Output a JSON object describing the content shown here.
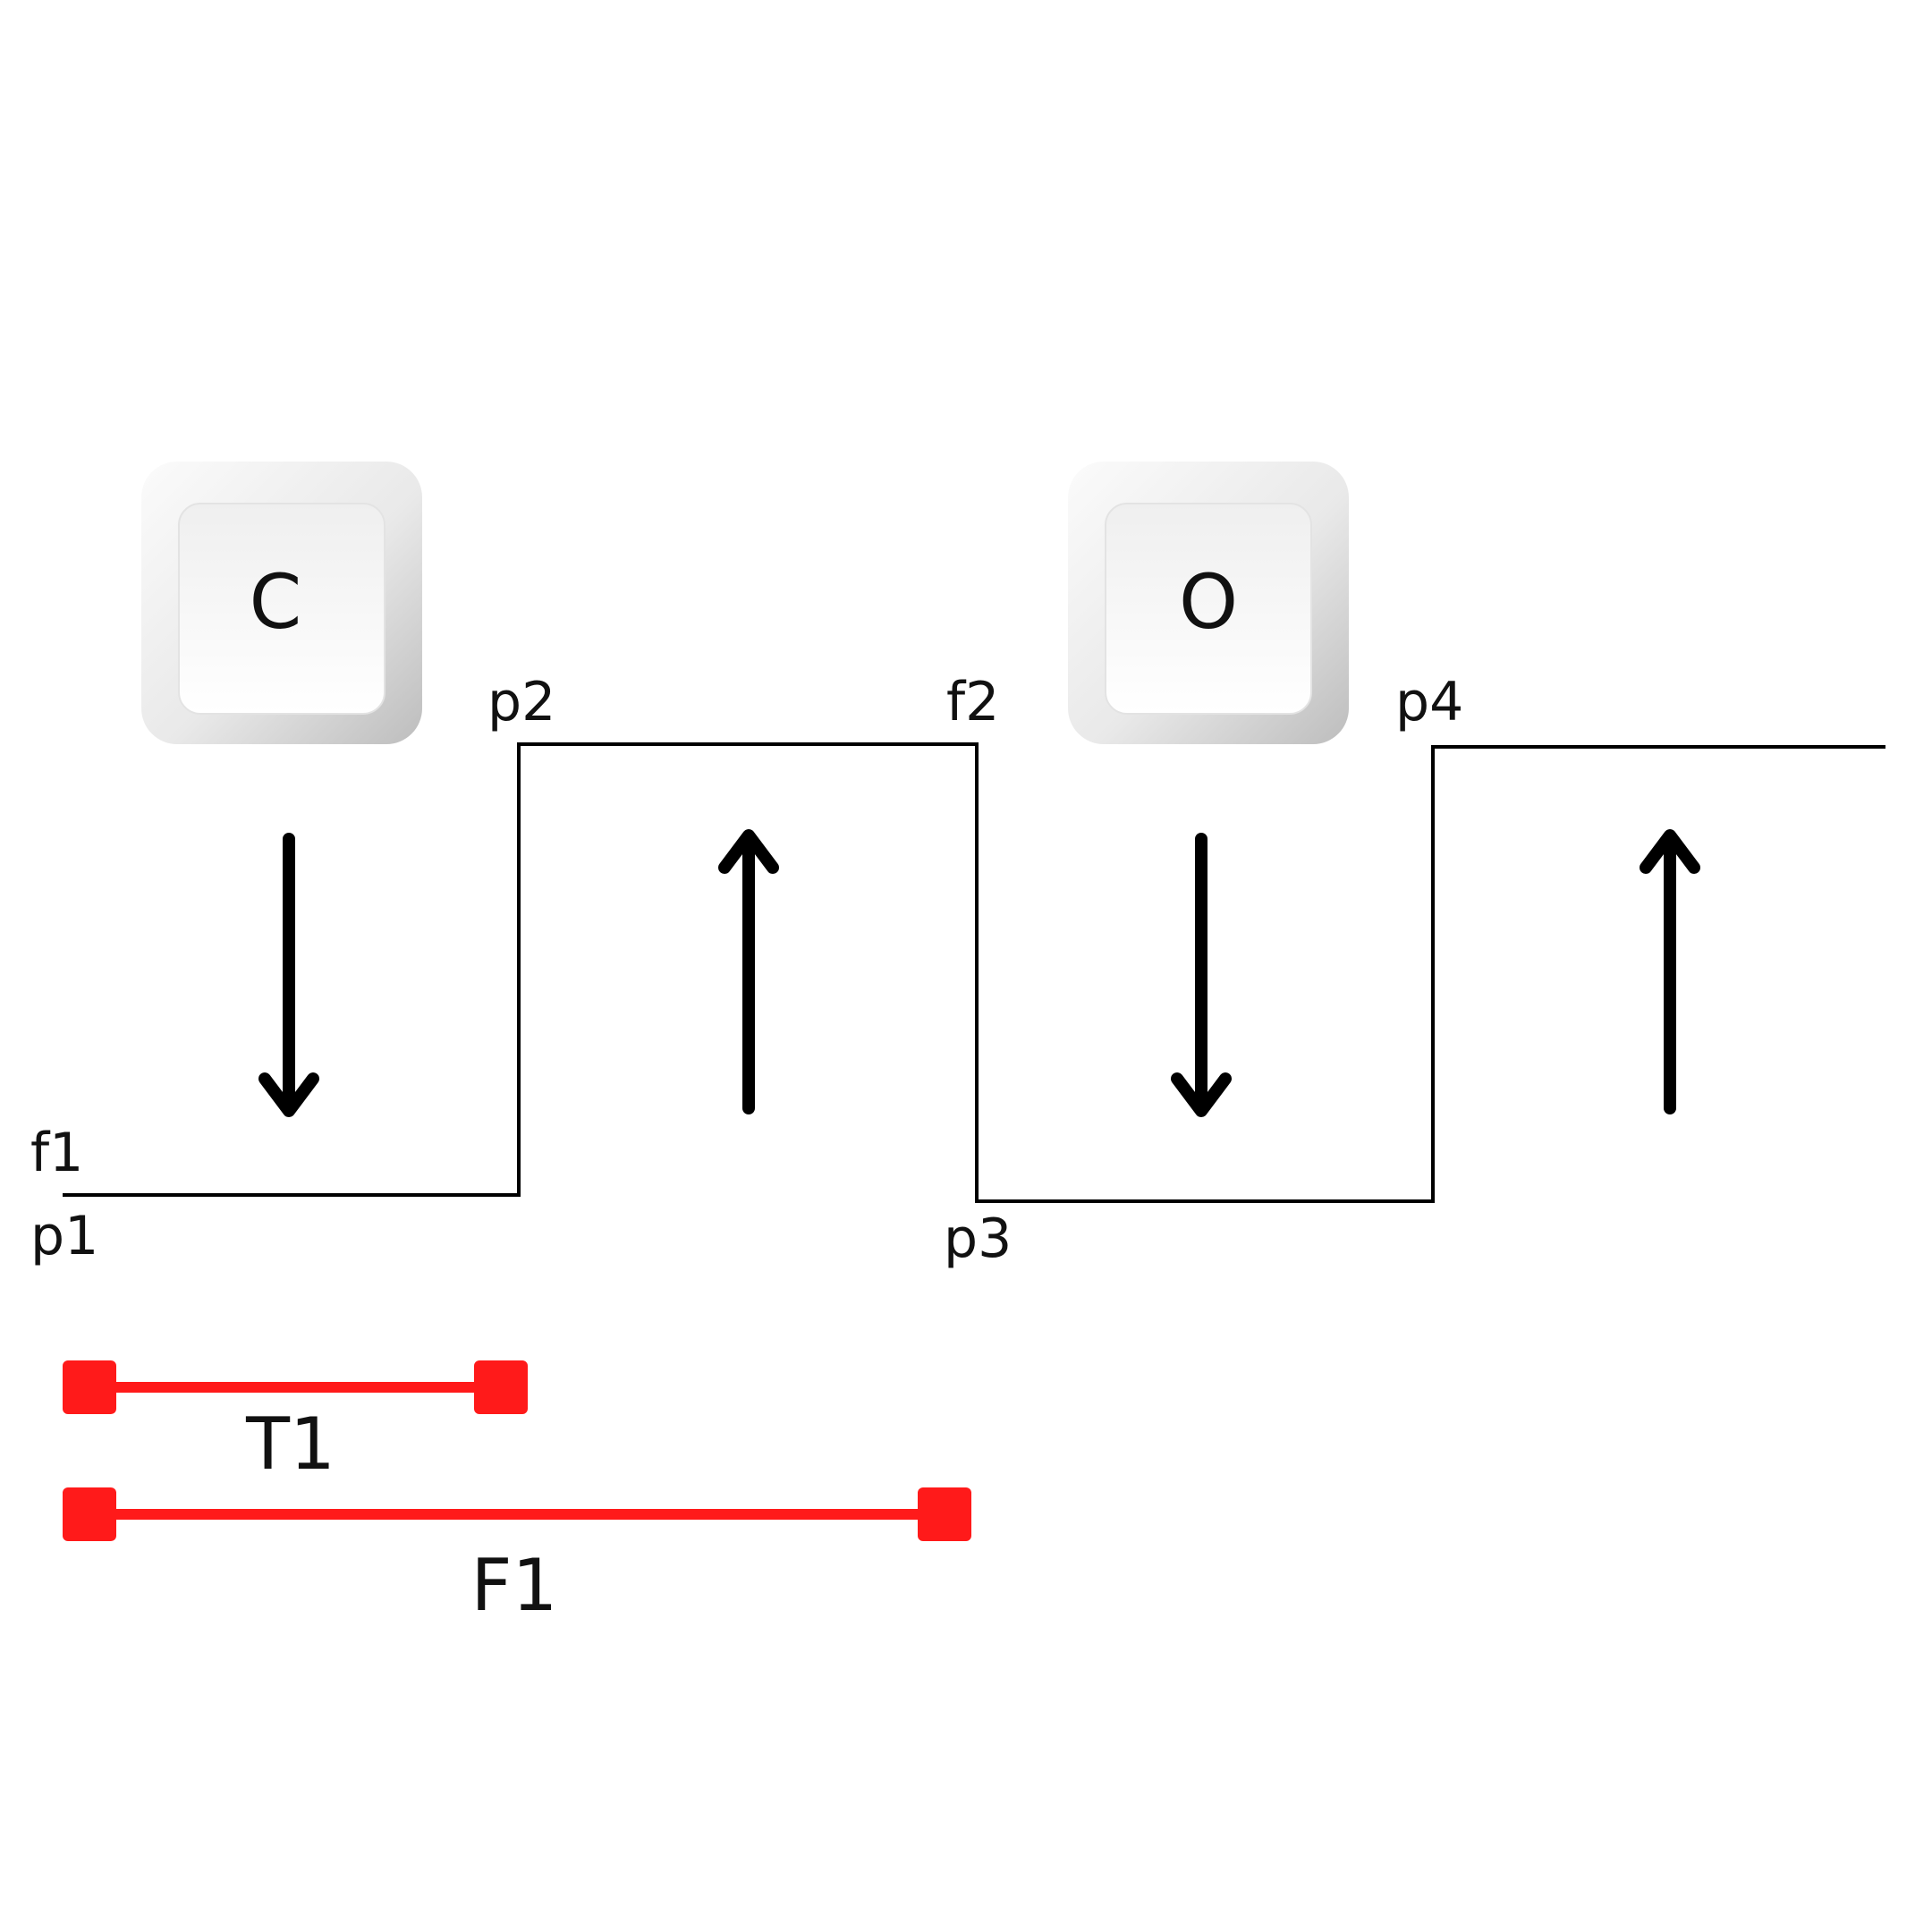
{
  "keys": [
    {
      "letter": "C"
    },
    {
      "letter": "O"
    }
  ],
  "waveform_labels": {
    "f1": "f1",
    "p1": "p1",
    "p2": "p2",
    "f2": "f2",
    "p3": "p3",
    "p4": "p4"
  },
  "intervals": {
    "t1": "T1",
    "f1": "F1"
  },
  "arrows": [
    "down",
    "up",
    "down",
    "up"
  ],
  "colors": {
    "interval": "#ff1a1a",
    "line": "#000000",
    "key_face": "#f5f5f5",
    "key_edge": "#d6d6d6"
  }
}
